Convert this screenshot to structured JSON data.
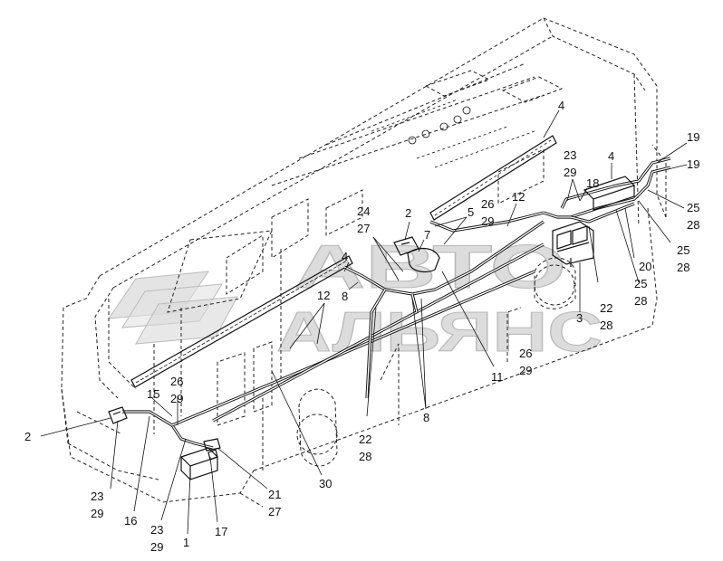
{
  "watermark": {
    "line1": "АВТО",
    "line2": "АЛЬЯНС"
  },
  "callouts": [
    {
      "id": "c-4-top",
      "text": "4"
    },
    {
      "id": "c-19a",
      "text": "19"
    },
    {
      "id": "c-19b",
      "text": "19"
    },
    {
      "id": "c-23-29-right",
      "text": "23\n29"
    },
    {
      "id": "c-4-right",
      "text": "4"
    },
    {
      "id": "c-18",
      "text": "18"
    },
    {
      "id": "c-25-28-a",
      "text": "25\n28"
    },
    {
      "id": "c-25-28-b",
      "text": "25\n28"
    },
    {
      "id": "c-20",
      "text": "20"
    },
    {
      "id": "c-25-28-c",
      "text": "25\n28"
    },
    {
      "id": "c-22-28-right",
      "text": "22\n28"
    },
    {
      "id": "c-3",
      "text": "3"
    },
    {
      "id": "c-26-29-top",
      "text": "26\n29"
    },
    {
      "id": "c-12-top",
      "text": "12"
    },
    {
      "id": "c-5",
      "text": "5"
    },
    {
      "id": "c-2-top",
      "text": "2"
    },
    {
      "id": "c-7",
      "text": "7"
    },
    {
      "id": "c-24-27",
      "text": "24\n27"
    },
    {
      "id": "c-4-mid",
      "text": "4"
    },
    {
      "id": "c-8-upper",
      "text": "8"
    },
    {
      "id": "c-12-mid",
      "text": "12"
    },
    {
      "id": "c-26-29-bottom",
      "text": "26\n29"
    },
    {
      "id": "c-11",
      "text": "11"
    },
    {
      "id": "c-8-lower",
      "text": "8"
    },
    {
      "id": "c-22-28-bottom",
      "text": "22\n28"
    },
    {
      "id": "c-30",
      "text": "30"
    },
    {
      "id": "c-26-29-left",
      "text": "26\n29"
    },
    {
      "id": "c-15",
      "text": "15"
    },
    {
      "id": "c-2-left",
      "text": "2"
    },
    {
      "id": "c-23-29-left",
      "text": "23\n29"
    },
    {
      "id": "c-16",
      "text": "16"
    },
    {
      "id": "c-23-29-bottom",
      "text": "23\n29"
    },
    {
      "id": "c-1",
      "text": "1"
    },
    {
      "id": "c-17",
      "text": "17"
    },
    {
      "id": "c-21-27",
      "text": "21\n27"
    }
  ]
}
